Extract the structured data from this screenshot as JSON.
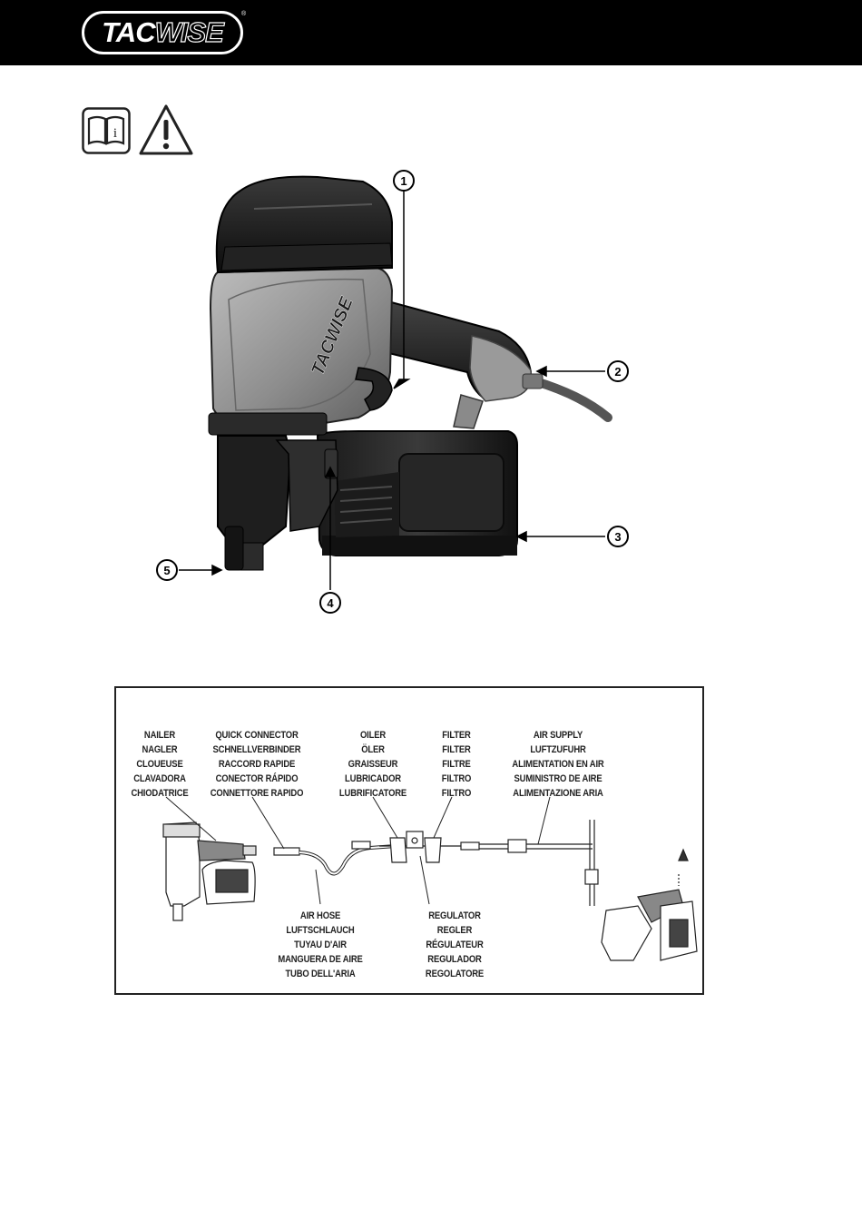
{
  "header": {
    "logo_tac": "TAC",
    "logo_wise": "WISE",
    "trademark": "®"
  },
  "icons": {
    "manual": "manual-info-icon",
    "warning": "warning-triangle-icon"
  },
  "callouts": [
    "1",
    "2",
    "3",
    "4",
    "5"
  ],
  "tool_brand": "TACWISE",
  "air_diagram": {
    "nailer": [
      "NAILER",
      "NAGLER",
      "CLOUEUSE",
      "CLAVADORA",
      "CHIODATRICE"
    ],
    "quick_connector": [
      "QUICK CONNECTOR",
      "SCHNELLVERBINDER",
      "RACCORD RAPIDE",
      "CONECTOR RÁPIDO",
      "CONNETTORE RAPIDO"
    ],
    "oiler": [
      "OILER",
      "ÖLER",
      "GRAISSEUR",
      "LUBRICADOR",
      "LUBRIFICATORE"
    ],
    "filter": [
      "FILTER",
      "FILTER",
      "FILTRE",
      "FILTRO",
      "FILTRO"
    ],
    "air_supply": [
      "AIR SUPPLY",
      "LUFTZUFUHR",
      "ALIMENTATION EN AIR",
      "SUMINISTRO DE AIRE",
      "ALIMENTAZIONE ARIA"
    ],
    "air_hose": [
      "AIR HOSE",
      "LUFTSCHLAUCH",
      "TUYAU D'AIR",
      "MANGUERA DE AIRE",
      "TUBO DELL'ARIA"
    ],
    "regulator": [
      "REGULATOR",
      "REGLER",
      "RÉGULATEUR",
      "REGULADOR",
      "REGOLATORE"
    ]
  }
}
